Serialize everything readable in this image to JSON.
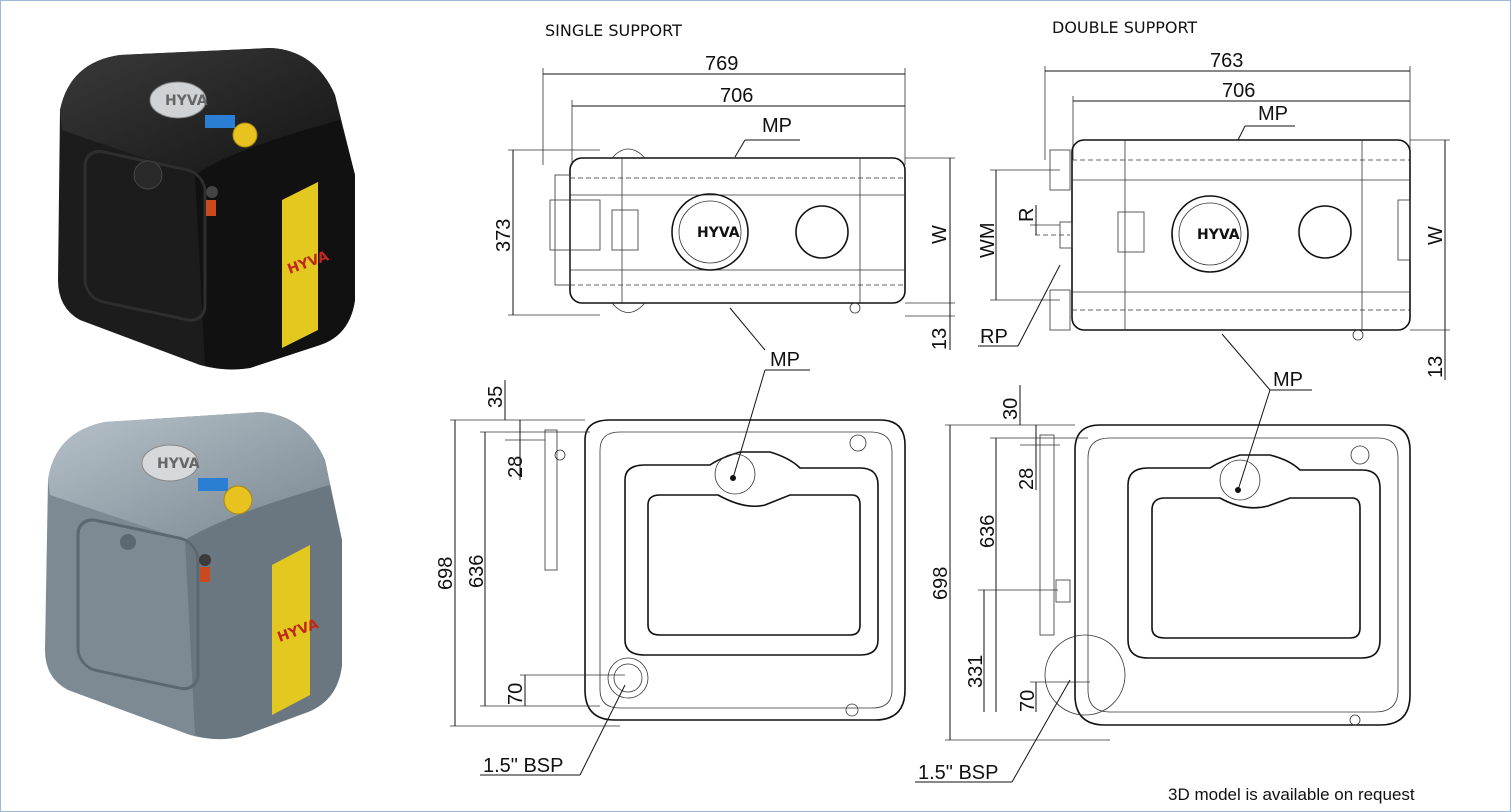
{
  "sections": {
    "single_title": "SINGLE SUPPORT",
    "double_title": "DOUBLE SUPPORT"
  },
  "single": {
    "dim_length": "769",
    "dim_inner": "706",
    "dim_height": "373",
    "dim_w": "W",
    "dim_13": "13",
    "mp_top": "MP",
    "mp_mid": "MP",
    "dim_698": "698",
    "dim_636": "636",
    "dim_35": "35",
    "dim_28": "28",
    "dim_70": "70",
    "bsp": "1.5\" BSP"
  },
  "double": {
    "dim_length": "763",
    "dim_inner": "706",
    "mp_top": "MP",
    "dim_wm": "WM",
    "dim_r": "R",
    "dim_rp": "RP",
    "dim_w": "W",
    "dim_13": "13",
    "mp_mid": "MP",
    "dim_698": "698",
    "dim_636": "636",
    "dim_30": "30",
    "dim_28": "28",
    "dim_331": "331",
    "dim_70": "70",
    "bsp": "1.5\" BSP"
  },
  "tanks": {
    "brand_black": "HYVA",
    "brand_grey": "HYVA"
  },
  "footer_note": "3D model is available on request",
  "colors": {
    "tank_black": "#1c1c1c",
    "tank_grey": "#7d8a94",
    "stripe_yellow": "#e3c91f",
    "label_blue": "#2a7fd4",
    "frame_border": "#9cb8d6"
  }
}
